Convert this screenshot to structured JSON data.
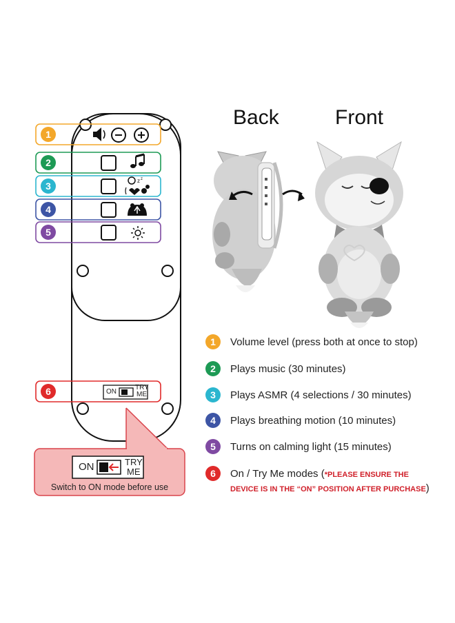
{
  "views": {
    "back": "Back",
    "front": "Front"
  },
  "colors": {
    "c1": "#f3a72a",
    "c2": "#1d9a55",
    "c3": "#2bb6cf",
    "c4": "#3d55a5",
    "c5": "#7f4aa2",
    "c6": "#e02a2a",
    "callout_fill": "#f5b8b8",
    "callout_border": "#d9434b"
  },
  "icons": {
    "row1": [
      "speaker-icon",
      "minus-icon",
      "plus-icon"
    ],
    "row2": "music-note-icon",
    "row3": "asmr-icon",
    "row4": "breathing-icon",
    "row5": "light-icon"
  },
  "remote": {
    "numbers": [
      "1",
      "2",
      "3",
      "4",
      "5",
      "6"
    ],
    "switch_on": "ON",
    "switch_try": "TRY",
    "switch_me": "ME"
  },
  "callout": {
    "switch_on": "ON",
    "switch_try": "TRY",
    "switch_me": "ME",
    "caption": "Switch to ON mode before use"
  },
  "legend": [
    {
      "num": "1",
      "text": "Volume level (press both at once to stop)"
    },
    {
      "num": "2",
      "text": "Plays music (30 minutes)"
    },
    {
      "num": "3",
      "text": "Plays ASMR (4 selections / 30 minutes)"
    },
    {
      "num": "4",
      "text": "Plays breathing motion (10 minutes)"
    },
    {
      "num": "5",
      "text": "Turns on calming light (15 minutes)"
    },
    {
      "num": "6",
      "text": "On / Try Me modes (",
      "warning_line1": "*PLEASE ENSURE THE",
      "warning_line2": "DEVICE IS IN THE “ON” POSITION AFTER PURCHASE",
      "close": ")"
    }
  ]
}
